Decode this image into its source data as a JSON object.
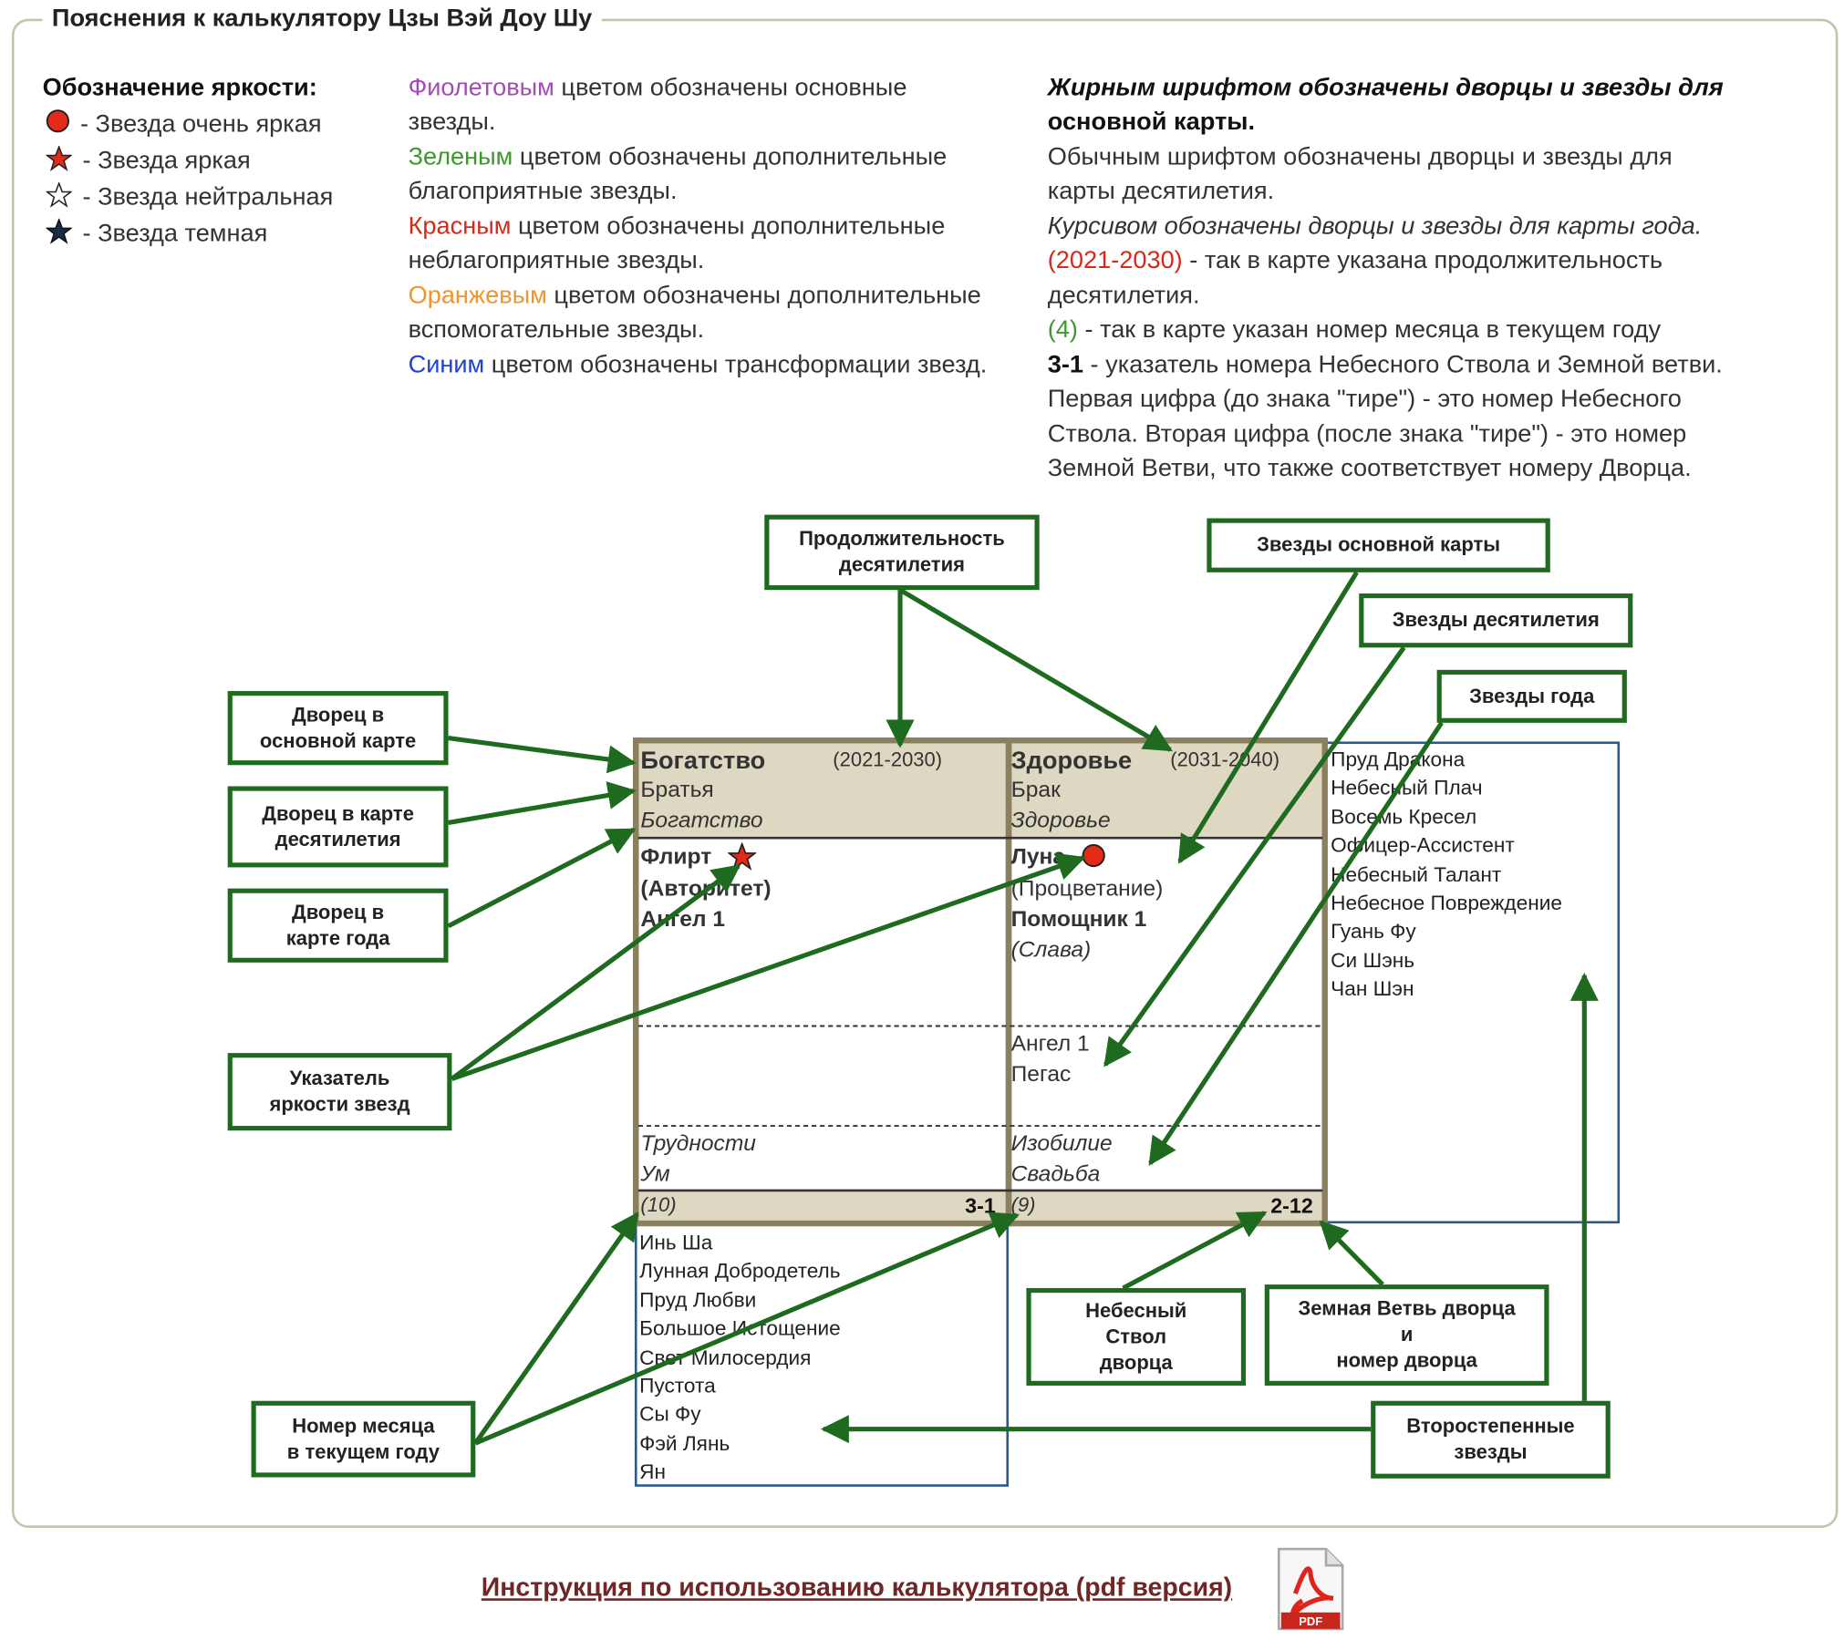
{
  "legend_title": "Пояснения к калькулятору Цзы Вэй Доу Шу",
  "brightness": {
    "title": "Обозначение яркости:",
    "items": [
      "- Звезда очень яркая",
      "- Звезда яркая",
      "- Звезда нейтральная",
      "- Звезда темная"
    ]
  },
  "colors_text": {
    "purple_word": "Фиолетовым",
    "purple_rest": " цветом обозначены основные",
    "purple_line2": "звезды.",
    "green_word": "Зеленым",
    "green_rest": " цветом обозначены дополнительные",
    "green_line2": "благоприятные звезды.",
    "red_word": "Красным",
    "red_rest": " цветом обозначены дополнительные",
    "red_line2": "неблагоприятные звезды.",
    "orange_word": "Оранжевым",
    "orange_rest": " цветом обозначены дополнительные",
    "orange_line2": "вспомогательные звезды.",
    "blue_word": "Синим",
    "blue_rest": " цветом обозначены трансформации звезд."
  },
  "font_text": {
    "bold_1": "Жирным шрифтом обозначены дворцы и звезды для",
    "bold_2": "основной карты.",
    "normal_1": "Обычным шрифтом обозначены дворцы и звезды для",
    "normal_2": "карты десятилетия.",
    "italic_1": "Курсивом обозначены дворцы и звезды для карты года.",
    "decade_example": "(2021-2030)",
    "decade_rest": " - так в карте указана продолжительность",
    "decade_line2": "десятилетия.",
    "month_example": "(4)",
    "month_rest": " - так в карте указан номер месяца в текущем году",
    "pointer_example": "3-1",
    "pointer_rest": " - указатель номера Небесного Ствола и Земной ветви.",
    "pointer_line2": "Первая цифра (до знака \"тире\") - это номер Небесного",
    "pointer_line3": "Ствола. Вторая цифра (после знака \"тире\") - это номер",
    "pointer_line4": "Земной Ветви, что также соответствует номеру Дворца."
  },
  "callouts": {
    "duration": "Продолжительность\nдесятилетия",
    "main_stars": "Звезды основной карты",
    "decade_stars": "Звезды десятилетия",
    "year_stars": "Звезды года",
    "palace_main": "Дворец в\nосновной карте",
    "palace_decade": "Дворец в карте\nдесятилетия",
    "palace_year": "Дворец в\nкарте года",
    "brightness_pointer": "Указатель\nяркости звезд",
    "month_number": "Номер месяца\nв текущем году",
    "heavenly_stem": "Небесный\nСтвол\nдворца",
    "earthly_branch": "Земная Ветвь дворца\nи\nномер дворца",
    "secondary_stars": "Второстепенные\nзвезды"
  },
  "palace_left": {
    "main": "Богатство",
    "decade_range": "(2021-2030)",
    "decade": "Братья",
    "year": "Богатство",
    "star_main": "Флирт",
    "star_transform": "(Авторитет)",
    "star_aux": "Ангел 1",
    "year_bad": "Трудности",
    "year_good": "Ум",
    "month": "(10)",
    "index": "3-1"
  },
  "palace_right": {
    "main": "Здоровье",
    "decade_range": "(2031-2040)",
    "decade": "Брак",
    "year": "Здоровье",
    "star_main": "Луна",
    "star_transform": "(Процветание)",
    "star_aux": "Помощник 1",
    "star_year_transform": "(Слава)",
    "decade_good": "Ангел 1",
    "decade_orange": "Пегас",
    "year_orange1": "Изобилие",
    "year_orange2": "Свадьба",
    "month": "(9)",
    "index": "2-12"
  },
  "secondary_right": [
    "Пруд Дракона",
    "Небесный Плач",
    "Восемь Кресел",
    "Офицер-Ассистент",
    "Небесный Талант",
    "Небесное Повреждение",
    "Гуань Фу",
    "Си Шэнь",
    "Чан Шэн"
  ],
  "secondary_bottom": [
    "Инь Ша",
    "Лунная Добродетель",
    "Пруд Любви",
    "Большое Истощение",
    "Свет Милосердия",
    "Пустота",
    "Сы Фу",
    "Фэй Лянь",
    "Ян"
  ],
  "pdf_link": "Инструкция по использованию калькулятора (pdf версия)",
  "pdf_icon_label": "PDF",
  "colors": {
    "arrow_green": "#1e6a1e",
    "palace_border": "#8a8060",
    "palace_header_bg": "#ded8c2",
    "secondary_border": "#2a5a8c"
  }
}
